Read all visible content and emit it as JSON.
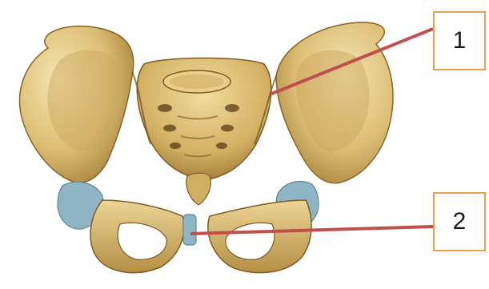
{
  "diagram": {
    "subject": "pelvis-anterior-view",
    "colors": {
      "bone_light": "#f0dca0",
      "bone_mid": "#d9b86a",
      "bone_dark": "#a07a32",
      "cartilage": "#8fb4c4",
      "leader_line": "#c0504d",
      "callout_border": "#e8a04a"
    },
    "callouts": [
      {
        "label": "1",
        "target": "sacroiliac-joint"
      },
      {
        "label": "2",
        "target": "pubic-symphysis"
      }
    ]
  }
}
